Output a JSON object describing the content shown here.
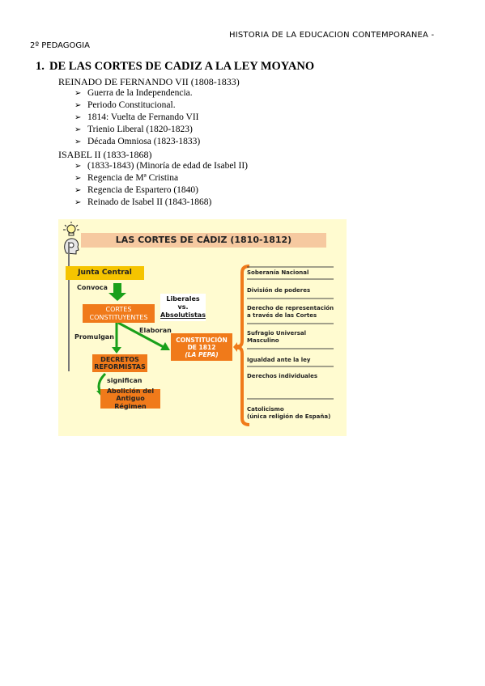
{
  "header": {
    "right": "HISTORIA DE LA EDUCACION CONTEMPORANEA -",
    "left": "2º PEDAGOGIA"
  },
  "section": {
    "number": "1.",
    "title": "DE LAS CORTES DE CADIZ A LA LEY MOYANO"
  },
  "reinado": {
    "title": "REINADO DE FERNANDO VII (1808-1833)",
    "items": [
      "Guerra de la Independencia.",
      "Periodo Constitucional.",
      "1814: Vuelta de Fernando VII",
      "Trienio Liberal (1820-1823)",
      "Década Omniosa (1823-1833)"
    ]
  },
  "isabel": {
    "title": "ISABEL II (1833-1868)",
    "items": [
      "(1833-1843) (Minoría de edad de Isabel II)",
      "Regencia de Mª Cristina",
      "Regencia de Espartero (1840)",
      "Reinado de Isabel II (1843-1868)"
    ]
  },
  "bullet_glyph": "➢",
  "figure": {
    "title": "LAS CORTES DE CÁDIZ (1810-1812)",
    "junta": "Junta Central",
    "convoca": "Convoca",
    "cortes": [
      "CORTES",
      "CONSTITUYENTES"
    ],
    "liberales": [
      "Liberales",
      "vs.",
      "Absolutistas"
    ],
    "elaboran": "Elaboran",
    "promulgan": "Promulgan",
    "constitucion": [
      "CONSTITUCIÓN",
      "DE 1812",
      "(LA PEPA)"
    ],
    "decretos": [
      "DECRETOS",
      "REFORMISTAS"
    ],
    "significan": "significan",
    "abolicion": [
      "Abolición del",
      "Antiguo Régimen"
    ],
    "principles": [
      [
        "Soberanía Nacional"
      ],
      [
        "División de poderes"
      ],
      [
        "Derecho de representación",
        "a través de las Cortes"
      ],
      [
        "Sufragio Universal",
        "Masculino"
      ],
      [
        "Igualdad ante la ley"
      ],
      [
        "Derechos individuales"
      ],
      [
        "Catolicismo",
        "(única religión de España)"
      ]
    ],
    "colors": {
      "orange": "#f07a1a",
      "yellow": "#f5c400",
      "green": "#1aa01a",
      "band": "#f6c9a0",
      "bg": "#fffbd0"
    }
  }
}
